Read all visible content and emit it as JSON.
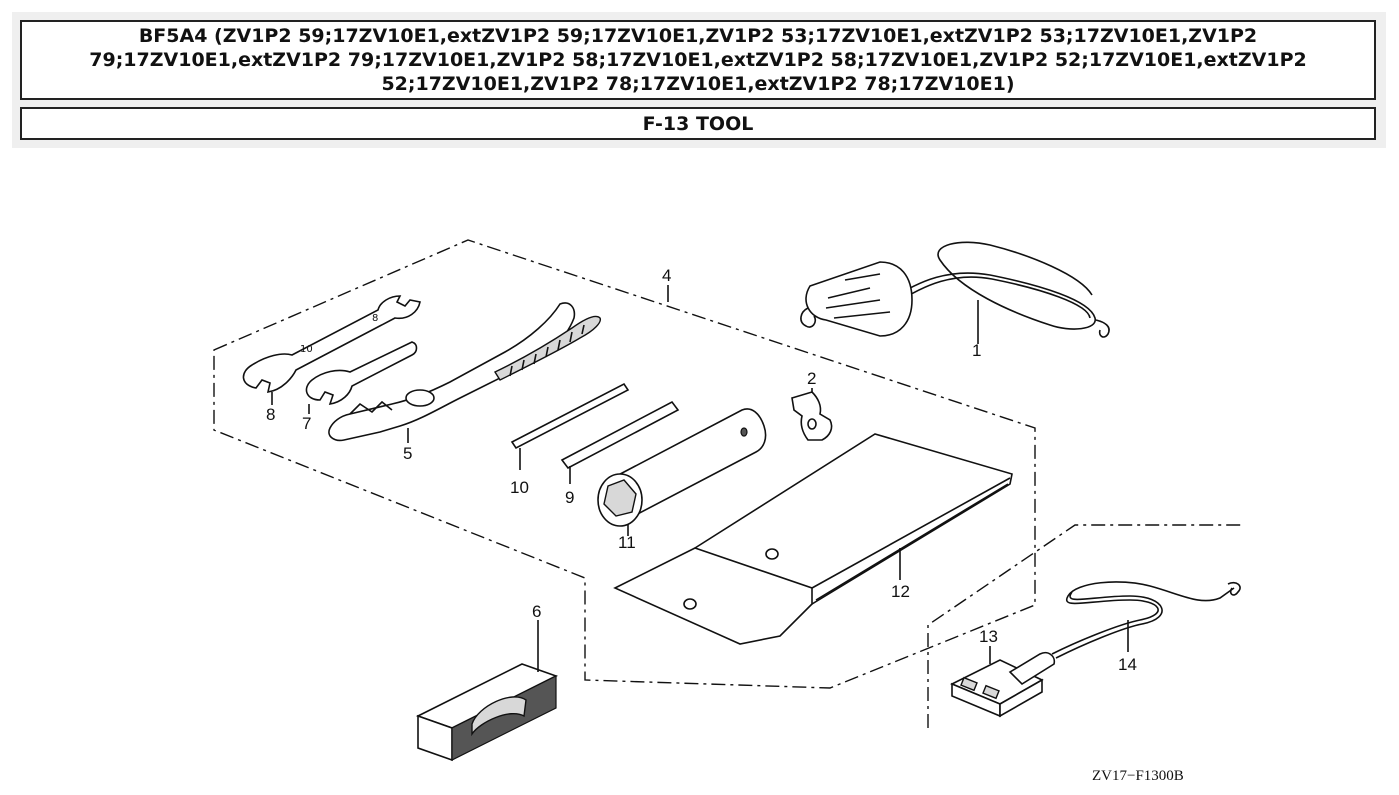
{
  "header": {
    "title": "BF5A4 (ZV1P2 59;17ZV10E1,extZV1P2 59;17ZV10E1,ZV1P2 53;17ZV10E1,extZV1P2 53;17ZV10E1,ZV1P2 79;17ZV10E1,extZV1P2 79;17ZV10E1,ZV1P2 58;17ZV10E1,extZV1P2 58;17ZV10E1,ZV1P2 52;17ZV10E1,extZV1P2 52;17ZV10E1,ZV1P2 78;17ZV10E1,extZV1P2 78;17ZV10E1)",
    "section": "F-13 TOOL"
  },
  "diagram": {
    "callouts": {
      "c1": "1",
      "c2": "2",
      "c4": "4",
      "c5": "5",
      "c6": "6",
      "c7": "7",
      "c8": "8",
      "c9": "9",
      "c10": "10",
      "c11": "11",
      "c12": "12",
      "c13": "13",
      "c14": "14"
    },
    "figure_code": "ZV17−F1300B"
  }
}
